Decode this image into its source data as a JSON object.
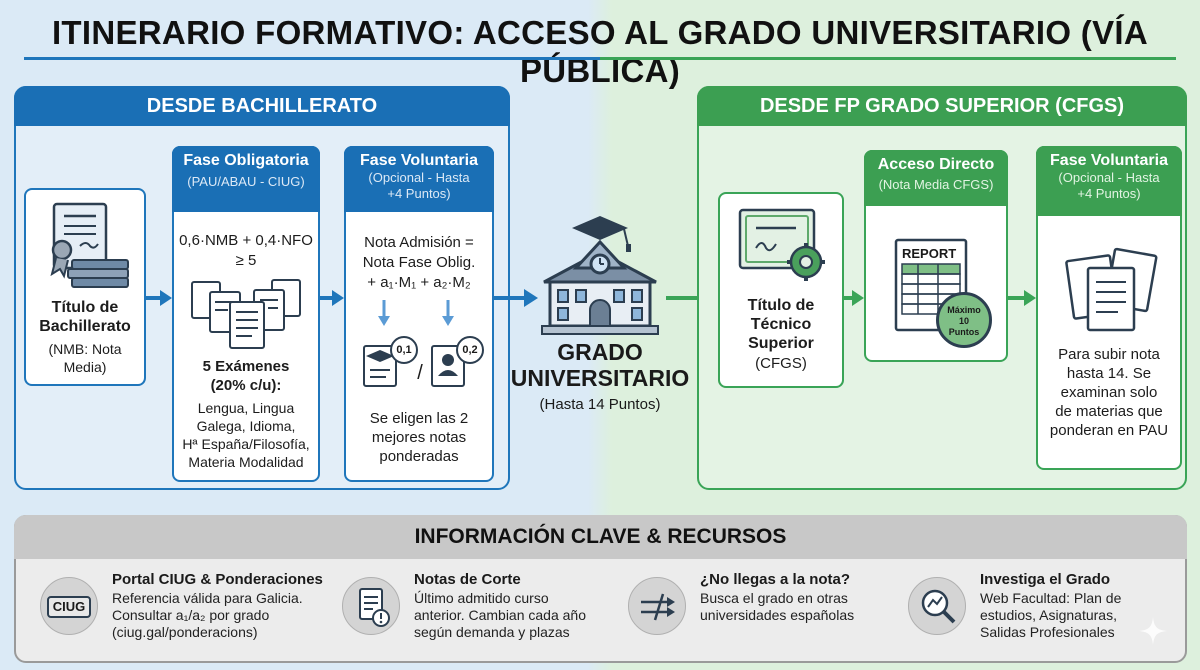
{
  "title": "ITINERARIO FORMATIVO: ACCESO AL GRADO UNIVERSITARIO (VÍA PÚBLICA)",
  "bachillerato": {
    "header": "DESDE BACHILLERATO",
    "titulo": {
      "name_line1": "Título de",
      "name_line2": "Bachillerato",
      "note_line1": "(NMB: Nota",
      "note_line2": "Media)"
    },
    "obligatoria": {
      "heading": "Fase Obligatoria",
      "sub": "(PAU/ABAU - CIUG)",
      "formula_line1": "0,6·NMB + 0,4·NFO",
      "formula_line2": "≥ 5",
      "exams_line1": "5 Exámenes",
      "exams_line2": "(20% c/u):",
      "subjects": [
        "Lengua, Lingua",
        "Galega, Idioma,",
        "Hª España/Filosofía,",
        "Materia Modalidad"
      ]
    },
    "voluntaria": {
      "heading": "Fase Voluntaria",
      "sub_line1": "(Opcional - Hasta",
      "sub_line2": "+4 Puntos)",
      "formula_line1": "Nota Admisión =",
      "formula_line2": "Nota Fase Oblig.",
      "formula_line3": "+ a₁·M₁ + a₂·M₂",
      "badge1": "0,1",
      "badge2": "0,2",
      "slash": "/",
      "note": [
        "Se eligen las 2",
        "mejores notas",
        "ponderadas"
      ]
    }
  },
  "grado": {
    "title_line1": "GRADO",
    "title_line2": "UNIVERSITARIO",
    "sub": "(Hasta 14 Puntos)"
  },
  "cfgs": {
    "header": "DESDE FP GRADO SUPERIOR (CFGS)",
    "titulo": {
      "lines": [
        "Título de",
        "Técnico",
        "Superior"
      ],
      "note": "(CFGS)"
    },
    "directo": {
      "heading": "Acceso Directo",
      "sub": "(Nota Media CFGS)",
      "report": "REPORT",
      "seal_line1": "Máximo",
      "seal_line2": "10",
      "seal_line3": "Puntos"
    },
    "voluntaria": {
      "heading": "Fase Voluntaria",
      "sub_line1": "(Opcional - Hasta",
      "sub_line2": "+4 Puntos)",
      "note": [
        "Para subir nota",
        "hasta 14. Se",
        "examinan solo",
        "de materias que",
        "ponderan en PAU"
      ]
    }
  },
  "info": {
    "header": "INFORMACIÓN CLAVE & RECURSOS",
    "items": [
      {
        "icon": "ciug-logo-icon",
        "icon_text": "CIUG",
        "title": "Portal CIUG & Ponderaciones",
        "lines": [
          "Referencia válida para Galicia.",
          "Consultar a₁/a₂ por grado",
          "(ciug.gal/ponderacions)"
        ]
      },
      {
        "icon": "document-alert-icon",
        "title": "Notas de Corte",
        "lines": [
          "Último admitido curso",
          "anterior. Cambian cada año",
          "según demanda y plazas"
        ]
      },
      {
        "icon": "redirect-arrows-icon",
        "title": "¿No llegas a la nota?",
        "lines": [
          "Busca el grado en otras",
          "universidades españolas"
        ]
      },
      {
        "icon": "magnifier-chart-icon",
        "title": "Investiga el Grado",
        "lines": [
          "Web Facultad: Plan de",
          "estudios, Asignaturas,",
          "Salidas Profesionales"
        ]
      }
    ]
  },
  "colors": {
    "blue": "#1a6fb5",
    "green": "#3c9f52",
    "gray": "#c8c8c8"
  }
}
